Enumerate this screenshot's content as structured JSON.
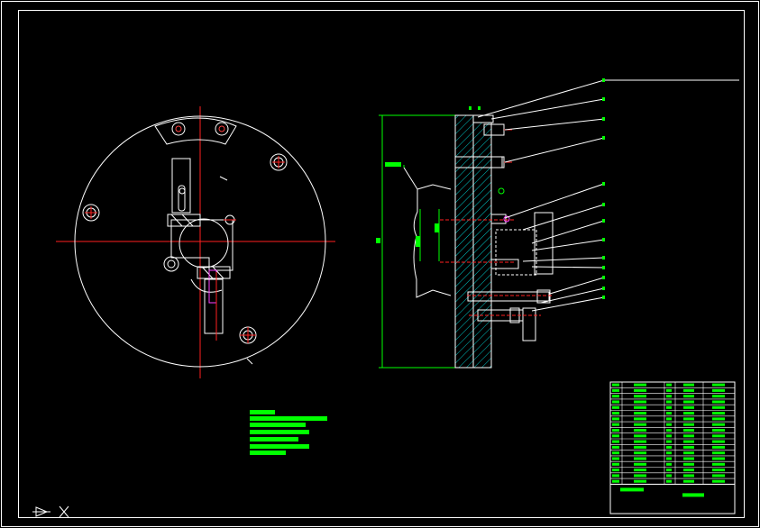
{
  "drawing": {
    "background": "#000000",
    "line_color": "#ffffff",
    "center_line_color": "#ff2020",
    "dimension_color": "#00ff00",
    "hole_color": "#ff4040",
    "accent_magenta": "#ff40ff",
    "leader_color": "#ffffff"
  },
  "view_left": {
    "name": "plan-view",
    "features": [
      "outer-disk",
      "arc-slot",
      "vertical-slot",
      "clamp-bracket",
      "bored-hole",
      "bolt-holes"
    ]
  },
  "view_right": {
    "name": "section-view",
    "features": [
      "base-plate",
      "bolts",
      "clamp-block",
      "leader-lines",
      "dimension-line"
    ]
  },
  "notes": {
    "technical_requirements_title": "",
    "lines": [
      "",
      "",
      "",
      "",
      ""
    ]
  },
  "title_block": {
    "part_name": "",
    "drawing_title": "",
    "rows": 18
  }
}
